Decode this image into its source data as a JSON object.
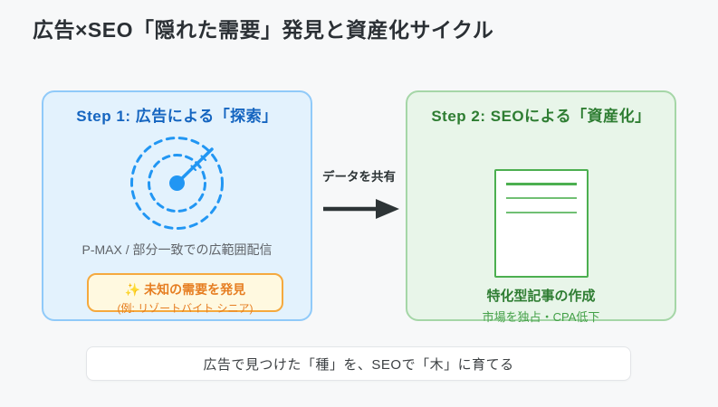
{
  "page": {
    "title": "広告×SEO「隠れた需要」発見と資産化サイクル"
  },
  "step1": {
    "title": "Step 1: 広告による「探索」",
    "icon": "radar-icon",
    "description": "P-MAX / 部分一致での広範囲配信",
    "discovery": {
      "icon": "✨",
      "label": "未知の需要を発見",
      "example": "(例: リゾートバイト シニア)"
    }
  },
  "arrow": {
    "label": "データを共有",
    "icon": "right-arrow-icon"
  },
  "step2": {
    "title": "Step 2: SEOによる「資産化」",
    "icon": "document-icon",
    "doc_title": "特化型記事の作成",
    "doc_subtitle": "市場を独占・CPA低下"
  },
  "footer": {
    "label": "広告で見つけた「種」を、SEOで「木」に育てる"
  },
  "theme": {
    "page-bg": "#f7f8f9",
    "title-color": "#2b3035",
    "step1-bg": "#e3f2fd",
    "step1-border": "#90caf9",
    "step1-title": "#1565c0",
    "radar-blue": "#2196f3",
    "muted-gray": "#5f6368",
    "discovery-bg": "#fff9e0",
    "discovery-border": "#f5a93e",
    "discovery-text": "#e67e22",
    "arrow-color": "#2d3436",
    "step2-bg": "#e8f5e9",
    "step2-border": "#a5d6a7",
    "step2-title": "#2e7d32",
    "doc-green": "#4caf50",
    "doc-sub-green": "#43a047",
    "footer-border": "#e3e5e8",
    "footer-text": "#3c4043"
  }
}
